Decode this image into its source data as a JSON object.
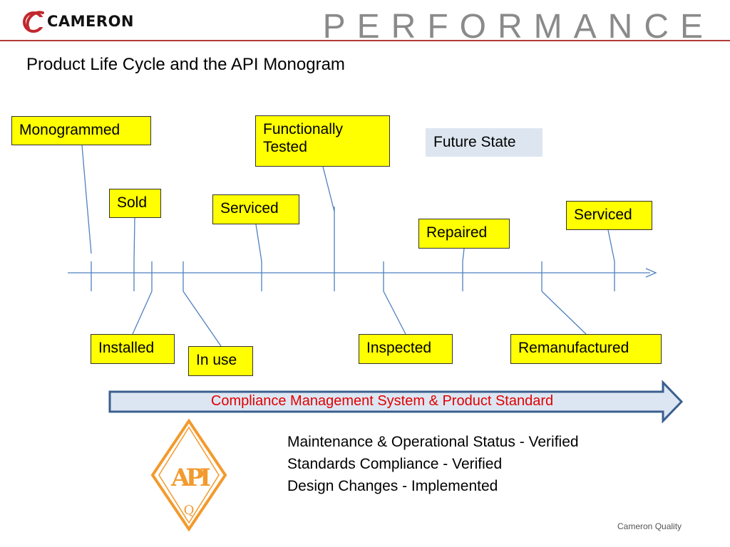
{
  "header": {
    "brand": "CAMERON",
    "tagline": "PERFORMANCE"
  },
  "title": "Product Life Cycle and the API Monogram",
  "labels": {
    "monogrammed": "Monogrammed",
    "sold": "Sold",
    "functionally_tested_line1": "Functionally",
    "functionally_tested_line2": "Tested",
    "serviced_1": "Serviced",
    "future_state": "Future State",
    "repaired": "Repaired",
    "serviced_2": "Serviced",
    "installed": "Installed",
    "in_use": "In use",
    "inspected": "Inspected",
    "remanufactured": "Remanufactured"
  },
  "band": {
    "text": "Compliance Management System & Product Standard"
  },
  "status_lines": [
    "Maintenance & Operational Status - Verified",
    "Standards Compliance - Verified",
    "Design Changes - Implemented"
  ],
  "api_logo": {
    "letters": "API",
    "q": "Q"
  },
  "footer": "Cameron Quality",
  "colors": {
    "box_fill": "#ffff00",
    "line": "#4f81bd",
    "band_fill": "#dce6f2",
    "band_stroke": "#3a5f8f",
    "band_text": "#e00000",
    "accent_red": "#c0282d",
    "api_orange": "#f29a2e"
  }
}
